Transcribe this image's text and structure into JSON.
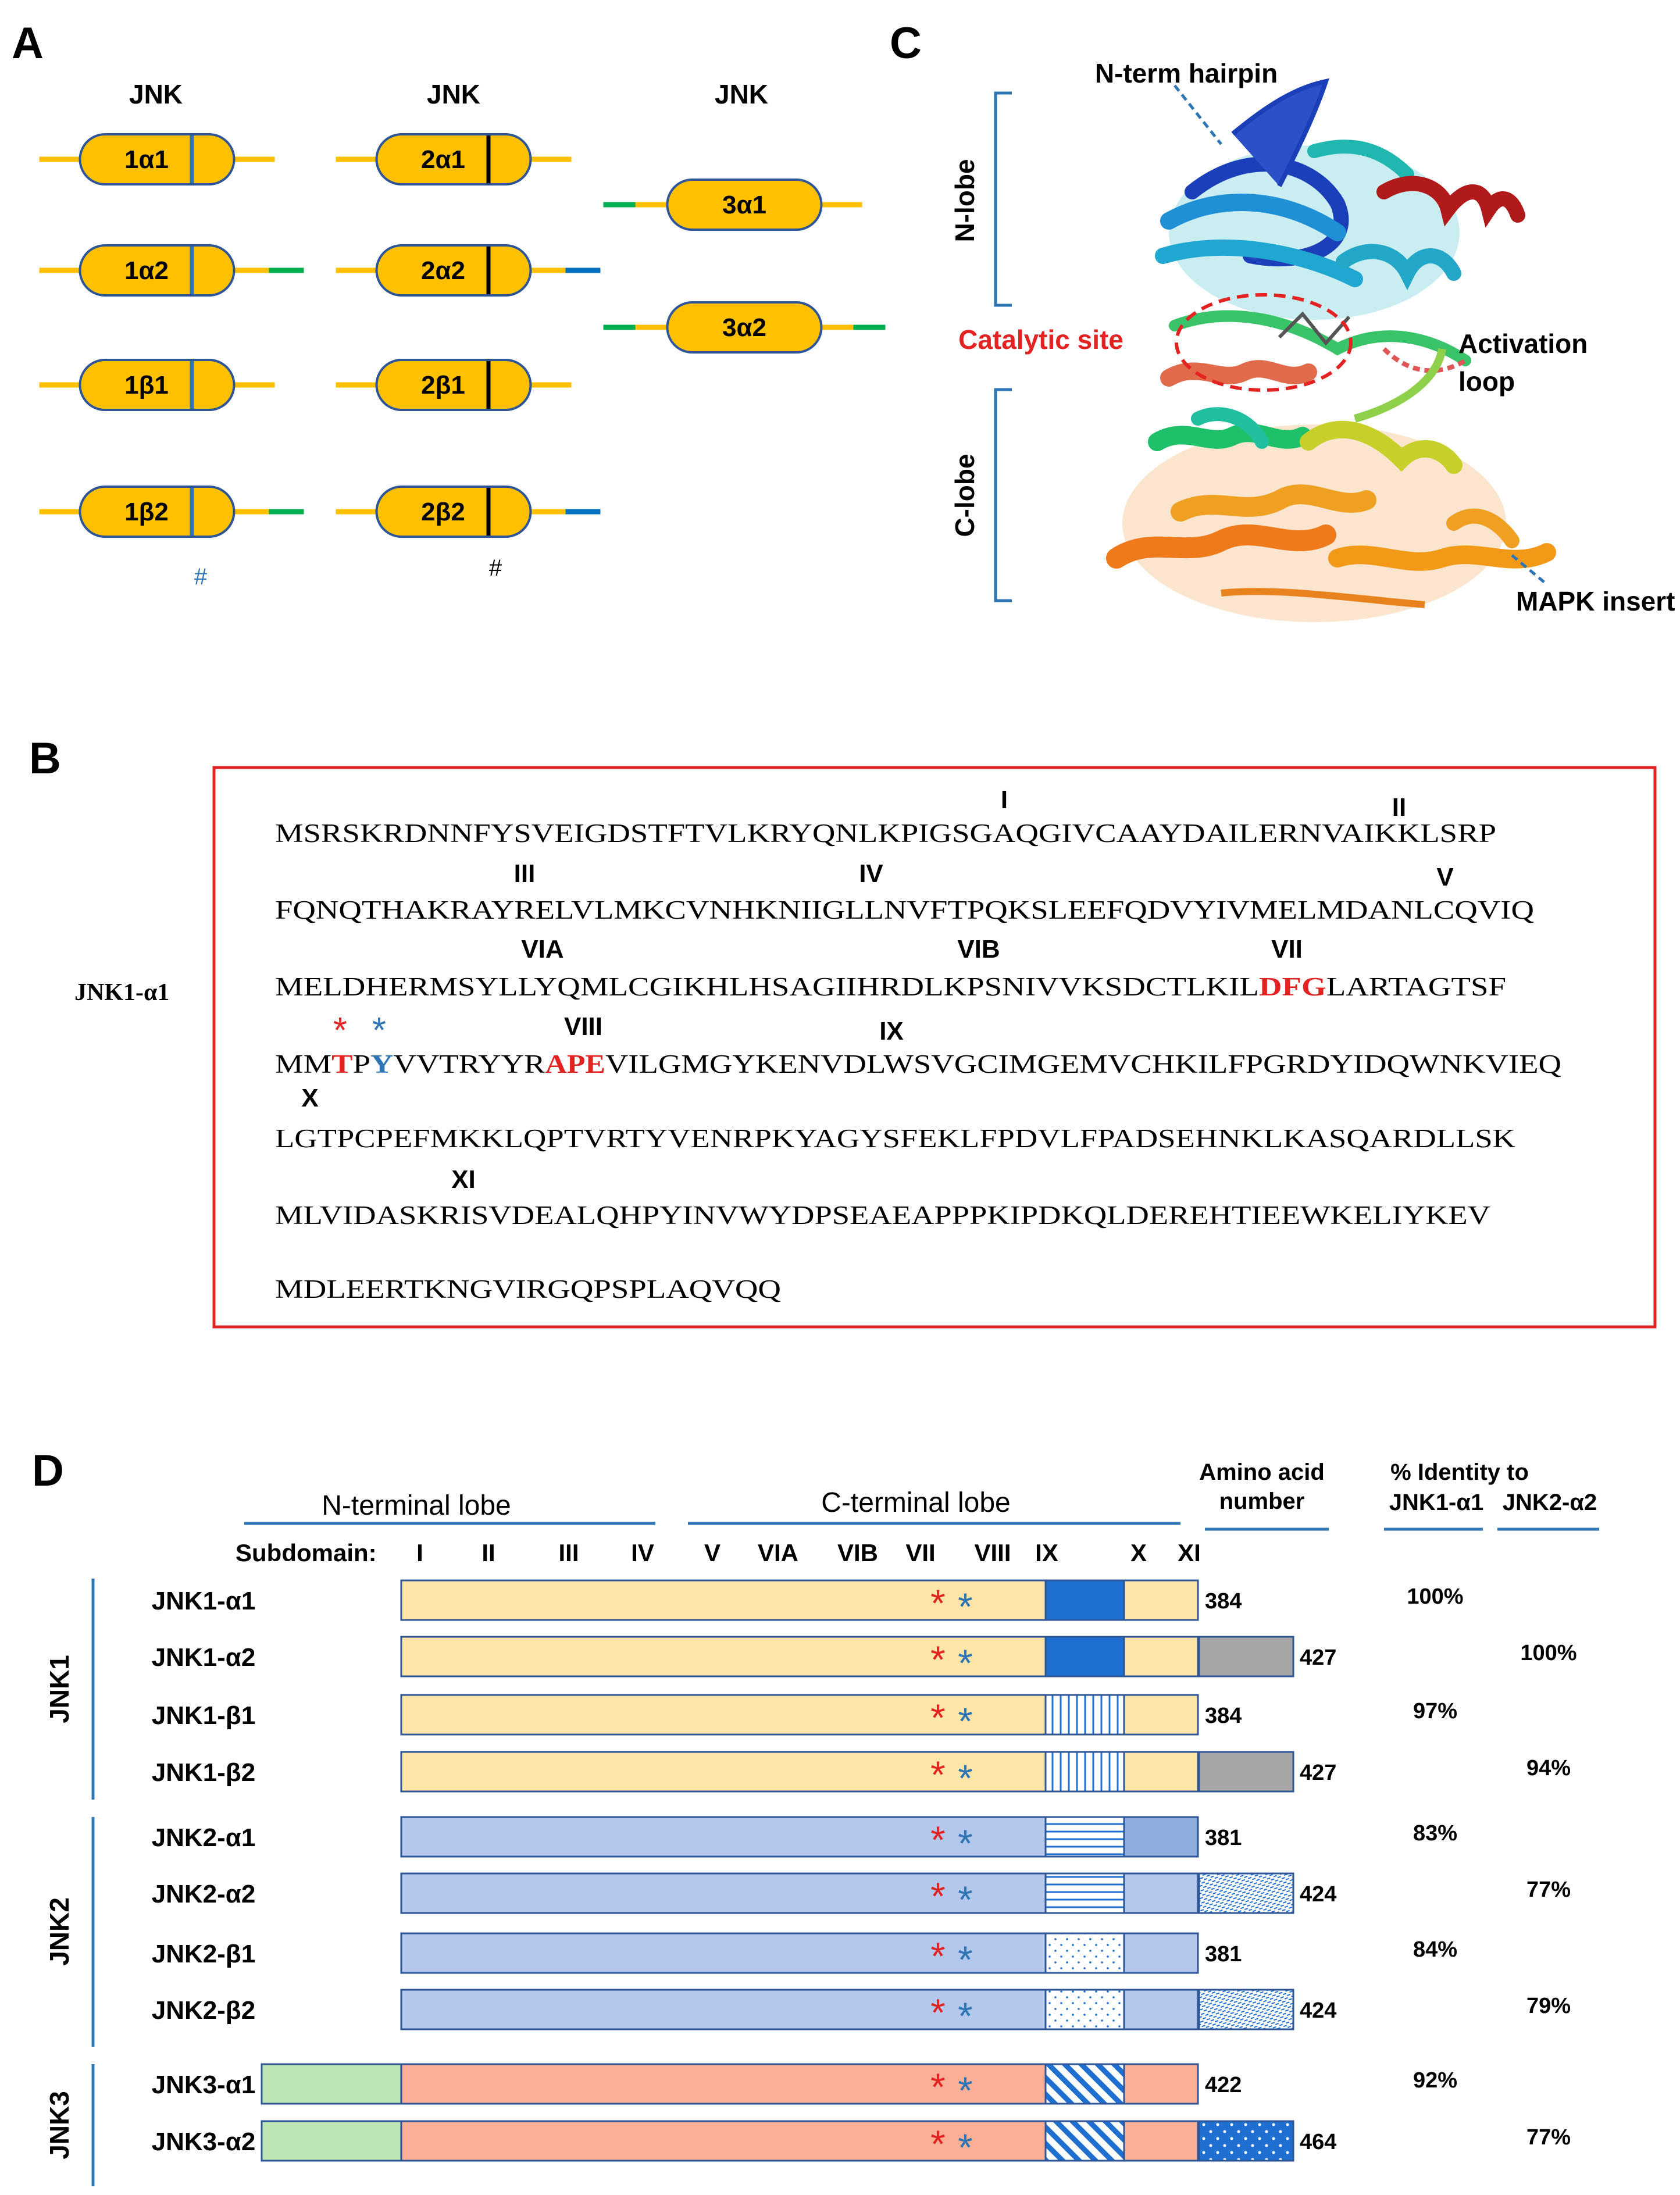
{
  "panel_labels": {
    "a": "A",
    "b": "B",
    "c": "C",
    "d": "D"
  },
  "panel_a": {
    "headers": [
      "JNK",
      "JNK",
      "JNK"
    ],
    "isoforms": {
      "col1": [
        "1α1",
        "1α2",
        "1β1",
        "1β2"
      ],
      "col2": [
        "2α1",
        "2α2",
        "2β1",
        "2β2"
      ],
      "col3": [
        "3α1",
        "3α2"
      ]
    },
    "hash_marks": [
      "#",
      "#"
    ],
    "colors": {
      "body": "#ffc000",
      "body_border": "#2e5597",
      "linker": "#ffc000",
      "green_tail": "#00b050",
      "blue_tail": "#0070c0",
      "marker_blue": "#2e75b6",
      "marker_black": "#000000"
    }
  },
  "panel_b": {
    "isoform_label": "JNK1-α1",
    "subdomain_marks": [
      "I",
      "II",
      "III",
      "IV",
      "V",
      "VIA",
      "VIB",
      "VII",
      "VIII",
      "IX",
      "X",
      "XI"
    ],
    "stars": [
      "*",
      "*"
    ],
    "lines": [
      {
        "pre": "MSRSKRDNNFYSVEIGDSTFTVLKRYQNLKPIGSGAQGIVCAAYDAILERNVAIKKLSRP",
        "hl1": "",
        "mid": "",
        "hl2": "",
        "post": ""
      },
      {
        "pre": "FQNQTHAKRAYRELVLMKCVNHKNIIGLLNVFTPQKSLEEFQDVYIVMELMDANLCQVIQ",
        "hl1": "",
        "mid": "",
        "hl2": "",
        "post": ""
      },
      {
        "pre": "MELDHERMSYLLYQMLCGIKHLHSAGIIHRDLKPSNIVVKSDCTLKIL",
        "hl1": "DFG",
        "mid": "LARTAGTSF",
        "hl2": "",
        "post": ""
      },
      {
        "pre": "MM",
        "hl1": "T",
        "mid": "P",
        "hl2": "Y",
        "post": "VVTRYYRAPEVILGMGYKENVDLWSVGCIMGEMVCHKILFPGRDYIDQWNKVIEQ"
      },
      {
        "pre": "LGTPCPEFMKKLQPTVRTYVENRPKYAGYSFEKLFPDVLFPADSEHNKLKASQARDLLSK",
        "hl1": "",
        "mid": "",
        "hl2": "",
        "post": ""
      },
      {
        "pre": "MLVIDASKRISVDEALQHPYINVWYDPSEAEAPPPKIPDKQLDEREHTIEEWKELIYKEV",
        "hl1": "",
        "mid": "",
        "hl2": "",
        "post": ""
      },
      {
        "pre": "MDLEERTKNGVIRGQPSPLAQVQQ",
        "hl1": "",
        "mid": "",
        "hl2": "",
        "post": ""
      }
    ],
    "ape_motif": "APE",
    "colors": {
      "frame": "#e32222",
      "motif": "#e32222",
      "blue": "#2e75b6"
    }
  },
  "panel_c": {
    "labels": {
      "n_term_hairpin": "N-term hairpin",
      "n_lobe": "N-lobe",
      "catalytic_site": "Catalytic site",
      "activation_loop_1": "Activation",
      "activation_loop_2": "loop",
      "c_lobe": "C-lobe",
      "mapk_insert": "MAPK insert"
    },
    "colors": {
      "catalytic": "#e32222",
      "bracket": "#2e75b6"
    }
  },
  "panel_d": {
    "headers": {
      "n_lobe": "N-terminal lobe",
      "c_lobe": "C-terminal lobe",
      "aa_number_1": "Amino acid",
      "aa_number_2": "number",
      "identity_1": "% Identity to",
      "identity_col1": "JNK1-α1",
      "identity_col2": "JNK2-α2",
      "subdomain": "Subdomain:"
    },
    "subdomains": [
      "I",
      "II",
      "III",
      "IV",
      "V",
      "VIA",
      "VIB",
      "VII",
      "VIII",
      "IX",
      "X",
      "XI"
    ],
    "groups": [
      "JNK1",
      "JNK2",
      "JNK3"
    ],
    "rows": [
      {
        "name": "JNK1-α1",
        "aa": "384",
        "identity_a1": "100%",
        "identity_a2": ""
      },
      {
        "name": "JNK1-α2",
        "aa": "427",
        "identity_a1": "",
        "identity_a2": "100%"
      },
      {
        "name": "JNK1-β1",
        "aa": "384",
        "identity_a1": "97%",
        "identity_a2": ""
      },
      {
        "name": "JNK1-β2",
        "aa": "427",
        "identity_a1": "",
        "identity_a2": "94%"
      },
      {
        "name": "JNK2-α1",
        "aa": "381",
        "identity_a1": "83%",
        "identity_a2": ""
      },
      {
        "name": "JNK2-α2",
        "aa": "424",
        "identity_a1": "",
        "identity_a2": "77%"
      },
      {
        "name": "JNK2-β1",
        "aa": "381",
        "identity_a1": "84%",
        "identity_a2": ""
      },
      {
        "name": "JNK2-β2",
        "aa": "424",
        "identity_a1": "",
        "identity_a2": "79%"
      },
      {
        "name": "JNK3-α1",
        "aa": "422",
        "identity_a1": "92%",
        "identity_a2": ""
      },
      {
        "name": "JNK3-α2",
        "aa": "464",
        "identity_a1": "",
        "identity_a2": "77%"
      }
    ],
    "stars": [
      "*",
      "*"
    ],
    "colors": {
      "jnk1": "#fde6a8",
      "jnk2": "#b4c8ec",
      "jnk3": "#fbaf96",
      "jnk3_nterm": "#bde6b4",
      "insert_solid": "#1f6fd0",
      "insert_jnk2": "#8eaee0",
      "tail_gray": "#a6a6a6",
      "border": "#2e5597",
      "star_red": "#e32222",
      "star_blue": "#2e75b6",
      "rule": "#2e75b6"
    }
  }
}
